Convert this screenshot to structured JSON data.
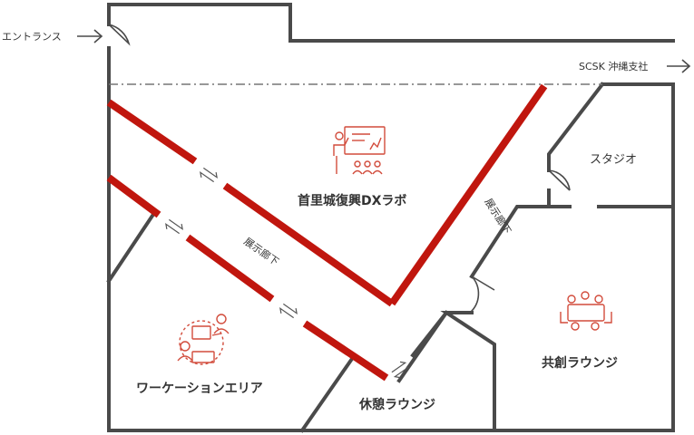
{
  "colors": {
    "wall": "#4a4a4a",
    "corridor": "#c0160e",
    "icon": "#d24c3c",
    "text": "#333333"
  },
  "labels": {
    "entrance": "エントランス",
    "office": "SCSK 沖縄支社",
    "lab": "首里城復興DXラボ",
    "corridor": "展示廊下",
    "studio": "スタジオ",
    "lounge_shared": "共創ラウンジ",
    "work_area": "ワーケーションエリア",
    "lounge_rest": "休憩ラウンジ"
  },
  "icons": {
    "lab": "presentation-icon",
    "work": "teamwork-icon",
    "lounge": "meeting-table-icon",
    "arrows": "bidirectional-arrows-icon"
  }
}
